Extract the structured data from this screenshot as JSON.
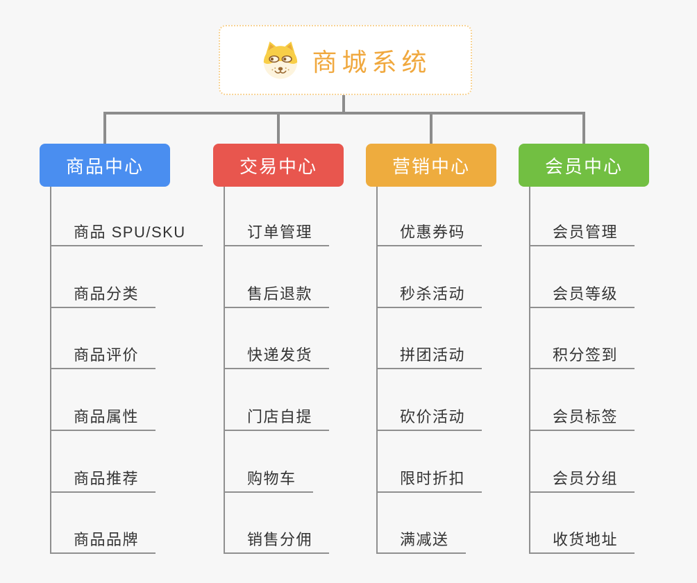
{
  "root": {
    "title": "商城系统",
    "icon": "doge-dog-face-icon"
  },
  "branches": [
    {
      "name": "product-center",
      "label": "商品中心",
      "color": "#4a8ef0",
      "children": [
        "商品 SPU/SKU",
        "商品分类",
        "商品评价",
        "商品属性",
        "商品推荐",
        "商品品牌"
      ]
    },
    {
      "name": "trade-center",
      "label": "交易中心",
      "color": "#e8564e",
      "children": [
        "订单管理",
        "售后退款",
        "快递发货",
        "门店自提",
        "购物车",
        "销售分佣"
      ]
    },
    {
      "name": "marketing-center",
      "label": "营销中心",
      "color": "#eeac3e",
      "children": [
        "优惠券码",
        "秒杀活动",
        "拼团活动",
        "砍价活动",
        "限时折扣",
        "满减送"
      ]
    },
    {
      "name": "member-center",
      "label": "会员中心",
      "color": "#72bf42",
      "children": [
        "会员管理",
        "会员等级",
        "积分签到",
        "会员标签",
        "会员分组",
        "收货地址"
      ]
    }
  ],
  "colors": {
    "background": "#f7f7f7",
    "root_text": "#f0a83e",
    "root_border": "#f7d394",
    "connector": "#8c8c8c",
    "leaf_line": "#8f8f8f",
    "leaf_text": "#333333",
    "branch_blue": "#4a8ef0",
    "branch_red": "#e8564e",
    "branch_orange": "#eeac3e",
    "branch_green": "#72bf42"
  }
}
